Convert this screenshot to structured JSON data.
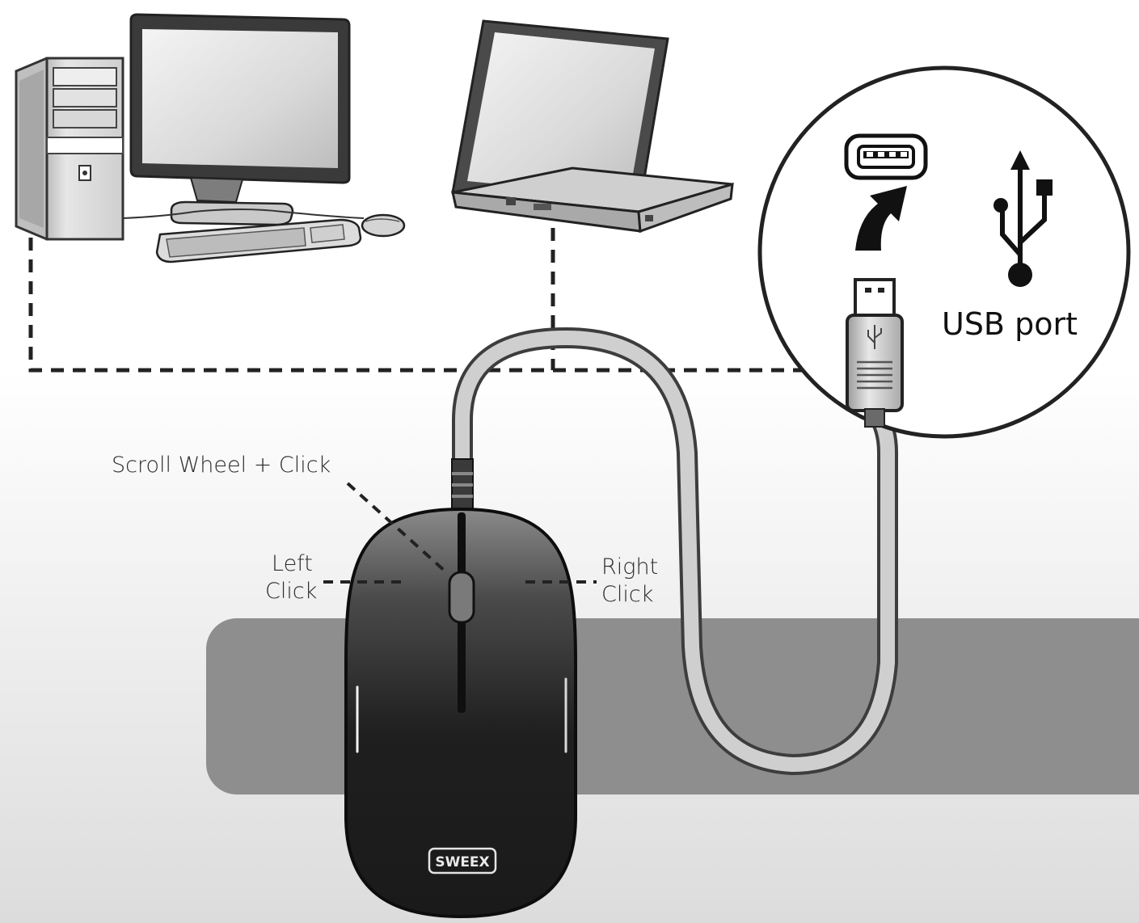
{
  "labels": {
    "scroll_wheel": "Scroll Wheel + Click",
    "left_click_1": "Left",
    "left_click_2": "Click",
    "right_click_1": "Right",
    "right_click_2": "Click",
    "usb_port": "USB port"
  },
  "brand": {
    "logo": "SWEEX"
  },
  "icons": {
    "usb_symbol": "usb-icon",
    "usb_socket": "usb-socket-icon",
    "plug_arrow": "curved-arrow-icon"
  }
}
